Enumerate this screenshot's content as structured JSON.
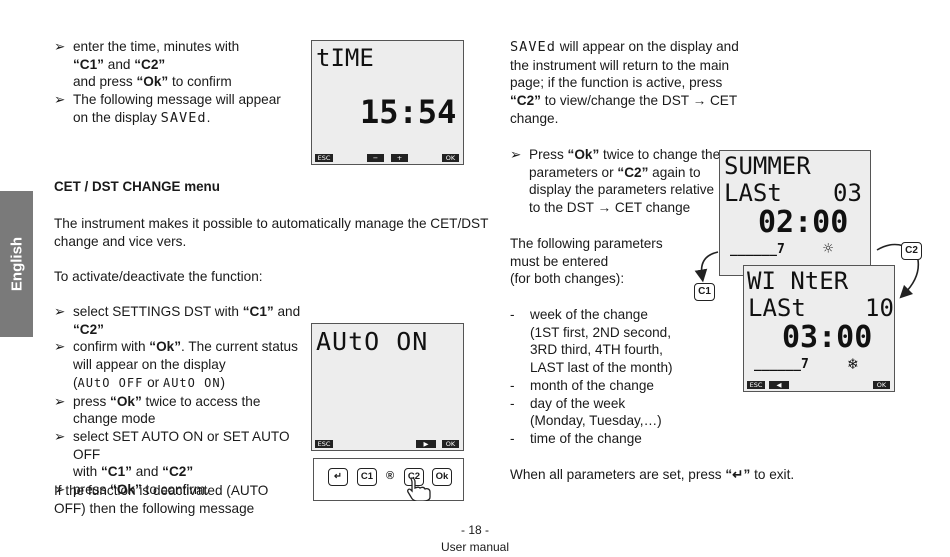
{
  "sidebar": {
    "language_tab": "English"
  },
  "left_column": {
    "intro_bullets": [
      {
        "p1": "enter the time, minutes with",
        "p2_b": "“C1”",
        "p3": " and ",
        "p4_b": "“C2”",
        "p5": "and press ",
        "p6_b": "“Ok”",
        "p7": " to confirm"
      },
      {
        "p1": "The following message will appear",
        "p2": "on the display ",
        "p3_seg": "SAVEd",
        "p4": "."
      }
    ],
    "heading": "CET / DST CHANGE menu",
    "description_l1": "The instrument makes it possible to automatically manage the CET/DST",
    "description_l2": "change and vice vers.",
    "activate_text": "To activate/deactivate the function:",
    "steps": [
      {
        "a": "select SETTINGS DST with ",
        "b": "“C1”",
        "c": " and ",
        "d": "“C2”"
      },
      {
        "a": "confirm with ",
        "b": "“Ok”",
        "c": ". The current status",
        "l2": "will appear on the display",
        "l3_open": "(",
        "l3_seg1": "AUtO OFF",
        "l3_or": " or ",
        "l3_seg2": "AUtO ON",
        "l3_close": ")"
      },
      {
        "a": "press ",
        "b": "“Ok”",
        "c": " twice to access the",
        "l2": "change mode"
      },
      {
        "a": "select SET AUTO ON or SET AUTO OFF",
        "l2a": "with ",
        "l2b": "“C1”",
        "l2c": " and ",
        "l2d": "“C2”"
      },
      {
        "a": "press ",
        "b": "“Ok”",
        "c": " to confirm."
      }
    ],
    "deactivated_l1": "If the function is deactivated (AUTO",
    "deactivated_l2": "OFF) then the following message"
  },
  "lcd_time": {
    "title": "tIME",
    "value": "15:54",
    "btn_esc": "ESC",
    "btn_minus": "−",
    "btn_plus": "+",
    "btn_ok": "OK"
  },
  "lcd_auto": {
    "title": "AUtO ON",
    "btn_esc": "ESC",
    "btn_play": "▶",
    "btn_ok": "OK"
  },
  "keypad": {
    "keys": [
      "↵",
      "C1",
      "®",
      "C2",
      "Ok"
    ]
  },
  "right_column": {
    "saved_seg": "SAVEd",
    "saved_l1": " will appear on the display and",
    "saved_l2": "the instrument will return to the main",
    "saved_l3": "page; if the function is active, press",
    "saved_l4_b": "“C2”",
    "saved_l4": " to view/change the DST → CET",
    "saved_l5": "change.",
    "press_a": "Press ",
    "press_b": "“Ok”",
    "press_c": " twice to change the",
    "press_l2a": "parameters or ",
    "press_l2b": "“C2”",
    "press_l2c": " again to",
    "press_l3": "display the parameters relative",
    "press_l4": "to the DST → CET change",
    "params_l1": "The following parameters",
    "params_l2": "must be entered",
    "params_l3": "(for both changes):",
    "list": [
      {
        "l1": "week of the change",
        "l2": "(1ST first, 2ND second,",
        "l3": "3RD third, 4TH fourth,",
        "l4": "LAST last of the month)"
      },
      {
        "l1": "month of the change"
      },
      {
        "l1": "day of the week",
        "l2": "(Monday, Tuesday,…)"
      },
      {
        "l1": "time of the change"
      }
    ],
    "dash": "-",
    "final_a": "When all parameters are set, press ",
    "final_b": "“↵”",
    "final_c": " to exit."
  },
  "lcd_summer": {
    "title": "SUMMER",
    "last": "LASt",
    "num": "03",
    "time": "02:00",
    "dashes": "______7",
    "icon": "☼"
  },
  "lcd_winter": {
    "title": "WI NtER",
    "last": "LASt",
    "num": "10",
    "time": "03:00",
    "dashes": "______7",
    "icon": "❄",
    "btn_esc": "ESC",
    "btn_back": "◀",
    "btn_ok": "OK"
  },
  "callouts": {
    "c1": "C1",
    "c2": "C2"
  },
  "footer": {
    "page": "- 18 -",
    "label": "User manual"
  }
}
